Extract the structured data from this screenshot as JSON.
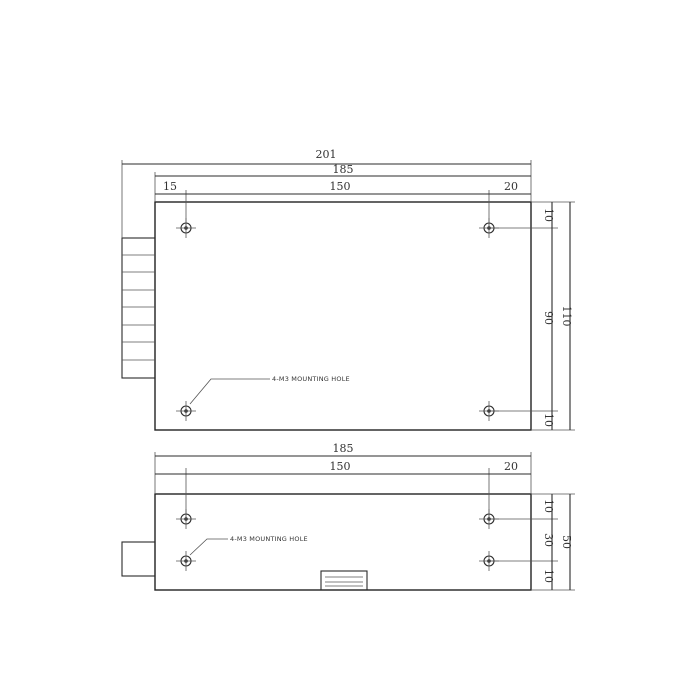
{
  "top_view": {
    "dims": {
      "overall_length": "201",
      "body_length": "185",
      "left_offset": "15",
      "hole_spacing": "150",
      "right_offset": "20",
      "top_margin": "10",
      "hole_height": "90",
      "overall_height": "110",
      "bottom_margin": "10"
    },
    "note": "4-M3 MOUNTING HOLE"
  },
  "side_view": {
    "dims": {
      "body_length": "185",
      "hole_spacing": "150",
      "right_offset": "20",
      "top_margin": "10",
      "hole_height": "30",
      "overall_height": "50",
      "bottom_margin": "10"
    },
    "note": "4-M3 MOUNTING HOLE"
  },
  "colors": {
    "line": "#2b2b2b",
    "background": "#ffffff"
  }
}
